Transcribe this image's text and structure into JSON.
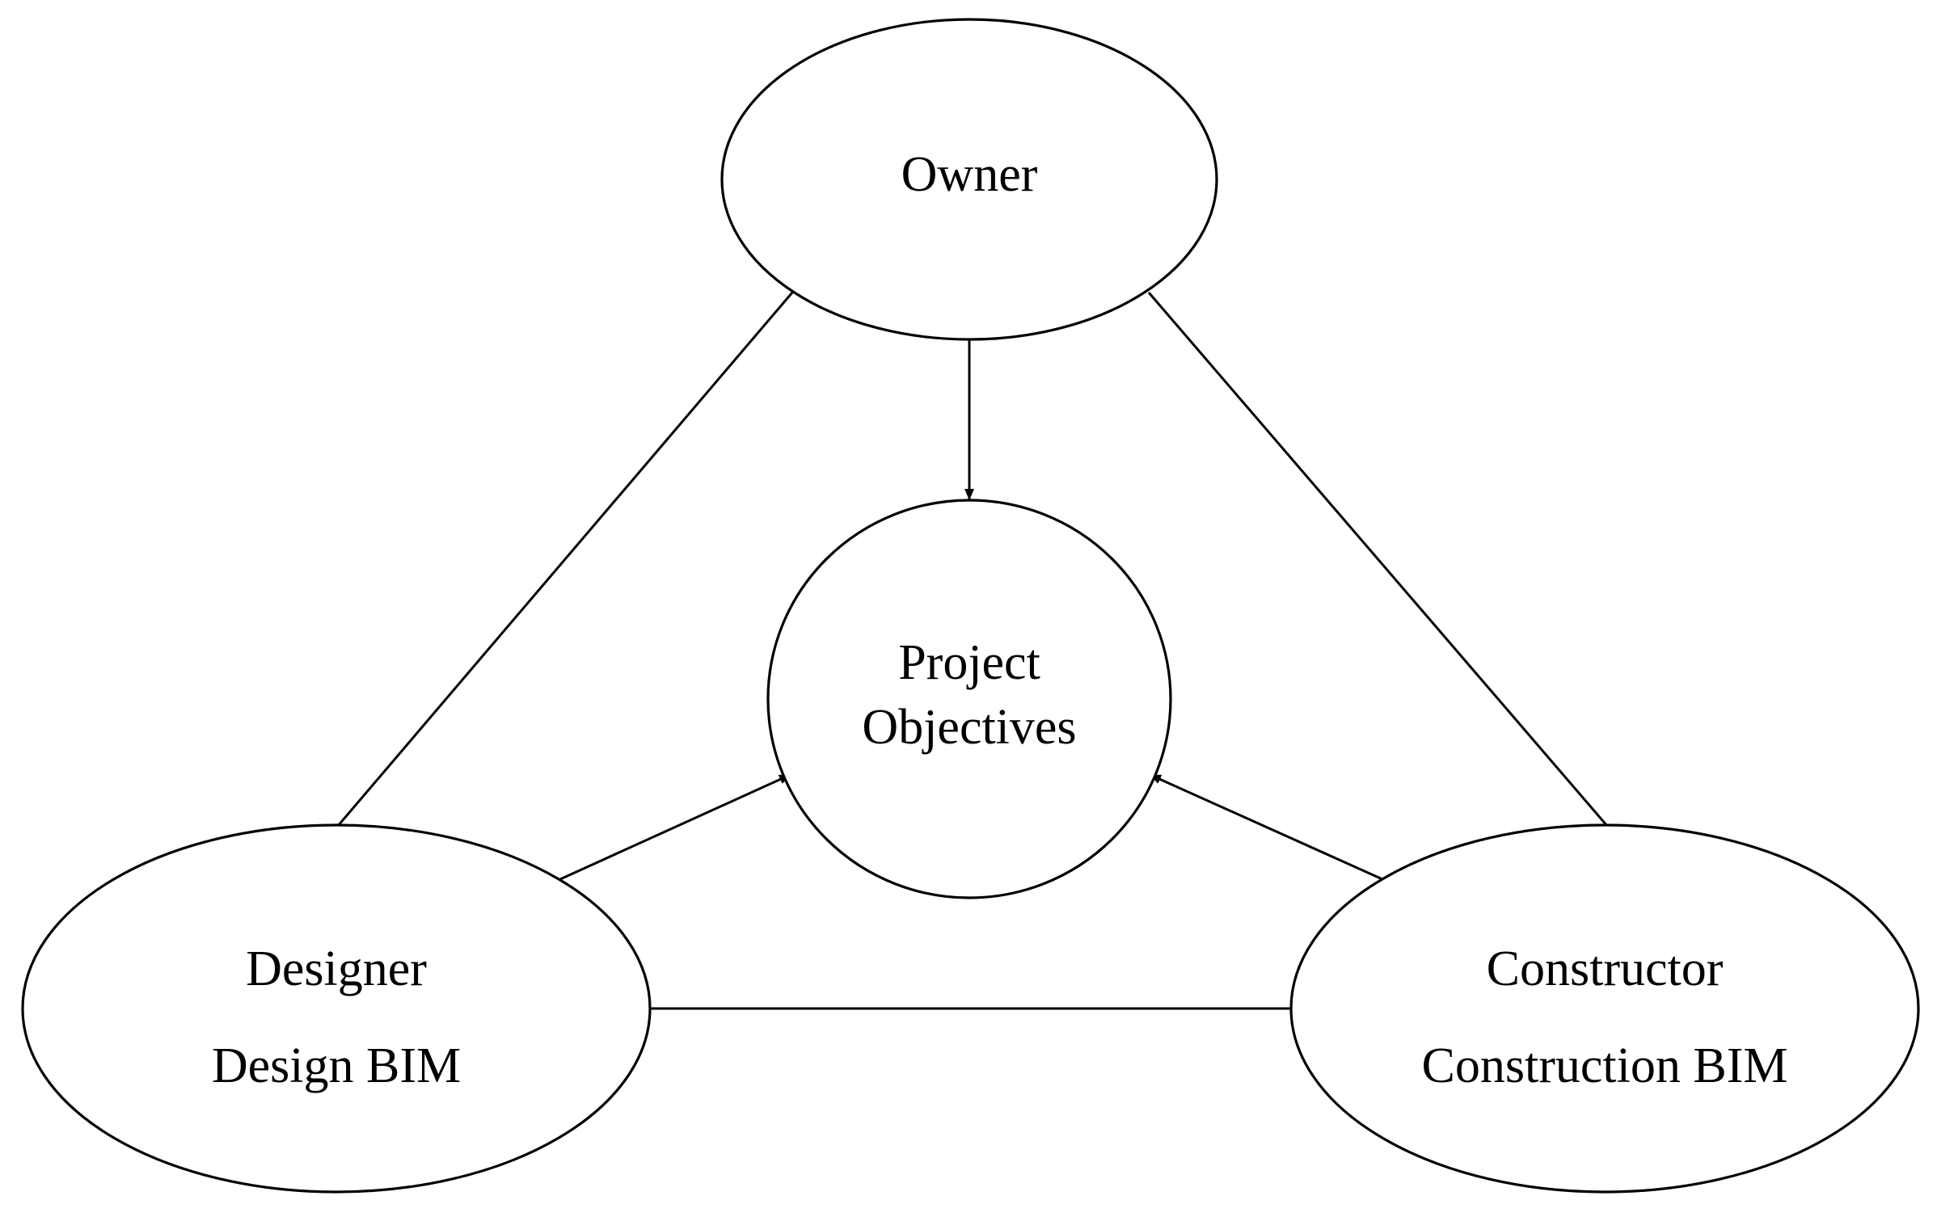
{
  "nodes": {
    "owner": {
      "label": "Owner"
    },
    "objectives": {
      "line1": "Project",
      "line2": "Objectives"
    },
    "designer": {
      "line1": "Designer",
      "line2": "Design BIM"
    },
    "constructor": {
      "line1": "Constructor",
      "line2": "Construction BIM"
    }
  },
  "edges": [
    {
      "from": "owner",
      "to": "objectives",
      "directed": true
    },
    {
      "from": "designer",
      "to": "objectives",
      "directed": true
    },
    {
      "from": "constructor",
      "to": "objectives",
      "directed": true
    },
    {
      "from": "owner",
      "to": "designer",
      "directed": false
    },
    {
      "from": "owner",
      "to": "constructor",
      "directed": false
    },
    {
      "from": "designer",
      "to": "constructor",
      "directed": false
    }
  ],
  "colors": {
    "stroke": "#000000",
    "background": "#ffffff"
  }
}
